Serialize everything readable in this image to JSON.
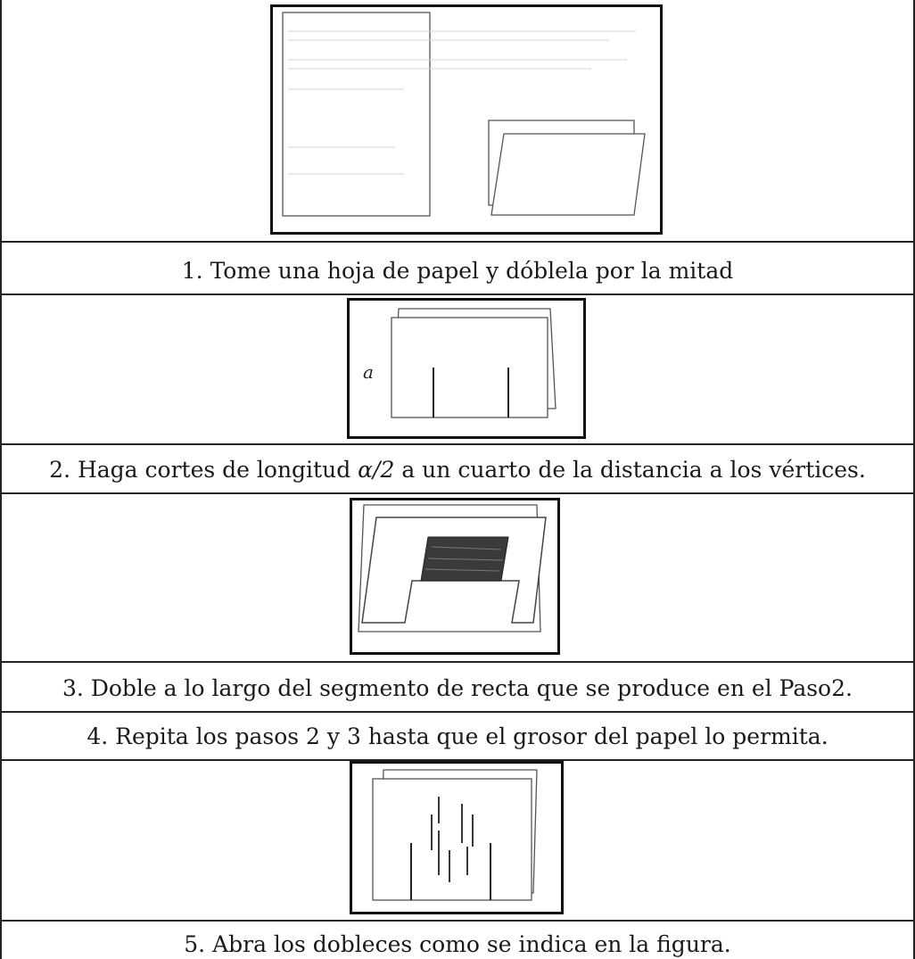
{
  "steps": [
    {
      "caption": "1. Tome una hoja de papel y dóblela por la mitad"
    },
    {
      "caption_before": "2. Haga cortes de longitud ",
      "caption_math": "α/2",
      "caption_after": " a un cuarto de la distancia a los vértices."
    },
    {
      "caption": "3. Doble a lo largo del segmento de recta que se produce en el Paso2."
    },
    {
      "caption": "4. Repita los pasos 2 y 3 hasta que el grosor del papel lo permita."
    },
    {
      "caption": "5. Abra los dobleces como se indica en la figura."
    }
  ],
  "figures": {
    "step2_label": "a"
  }
}
